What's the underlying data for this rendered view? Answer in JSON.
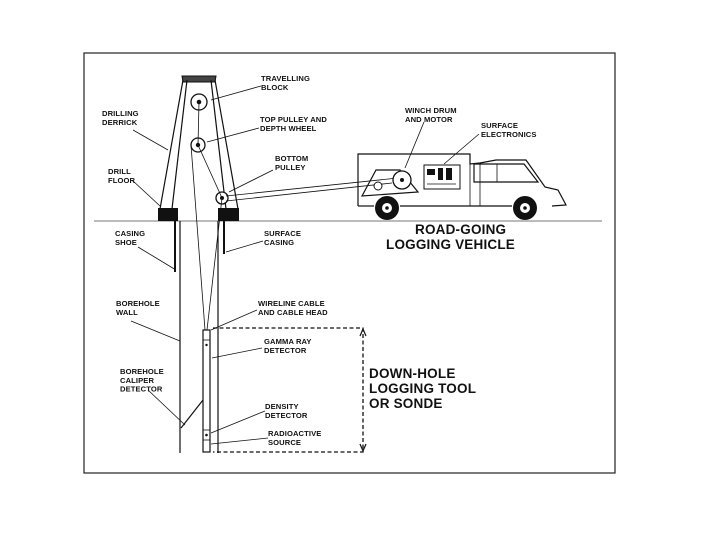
{
  "labels": {
    "travelling_block": [
      "TRAVELLING",
      "BLOCK"
    ],
    "drilling_derrick": [
      "DRILLING",
      "DERRICK"
    ],
    "top_pulley": [
      "TOP PULLEY AND",
      "DEPTH WHEEL"
    ],
    "winch_drum": [
      "WINCH DRUM",
      "AND MOTOR"
    ],
    "surface_electronics": [
      "SURFACE",
      "ELECTRONICS"
    ],
    "bottom_pulley": [
      "BOTTOM",
      "PULLEY"
    ],
    "drill_floor": [
      "DRILL",
      "FLOOR"
    ],
    "casing_shoe": [
      "CASING",
      "SHOE"
    ],
    "surface_casing": [
      "SURFACE",
      "CASING"
    ],
    "road_going": [
      "ROAD-GOING",
      "LOGGING VEHICLE"
    ],
    "borehole_wall": [
      "BOREHOLE",
      "WALL"
    ],
    "wireline_cable": [
      "WIRELINE CABLE",
      "AND CABLE HEAD"
    ],
    "gamma_ray": [
      "GAMMA RAY",
      "DETECTOR"
    ],
    "downhole_tool": [
      "DOWN-HOLE",
      "LOGGING TOOL",
      "OR SONDE"
    ],
    "caliper": [
      "BOREHOLE",
      "CALIPER",
      "DETECTOR"
    ],
    "density": [
      "DENSITY",
      "DETECTOR"
    ],
    "radioactive": [
      "RADIOACTIVE",
      "SOURCE"
    ]
  }
}
